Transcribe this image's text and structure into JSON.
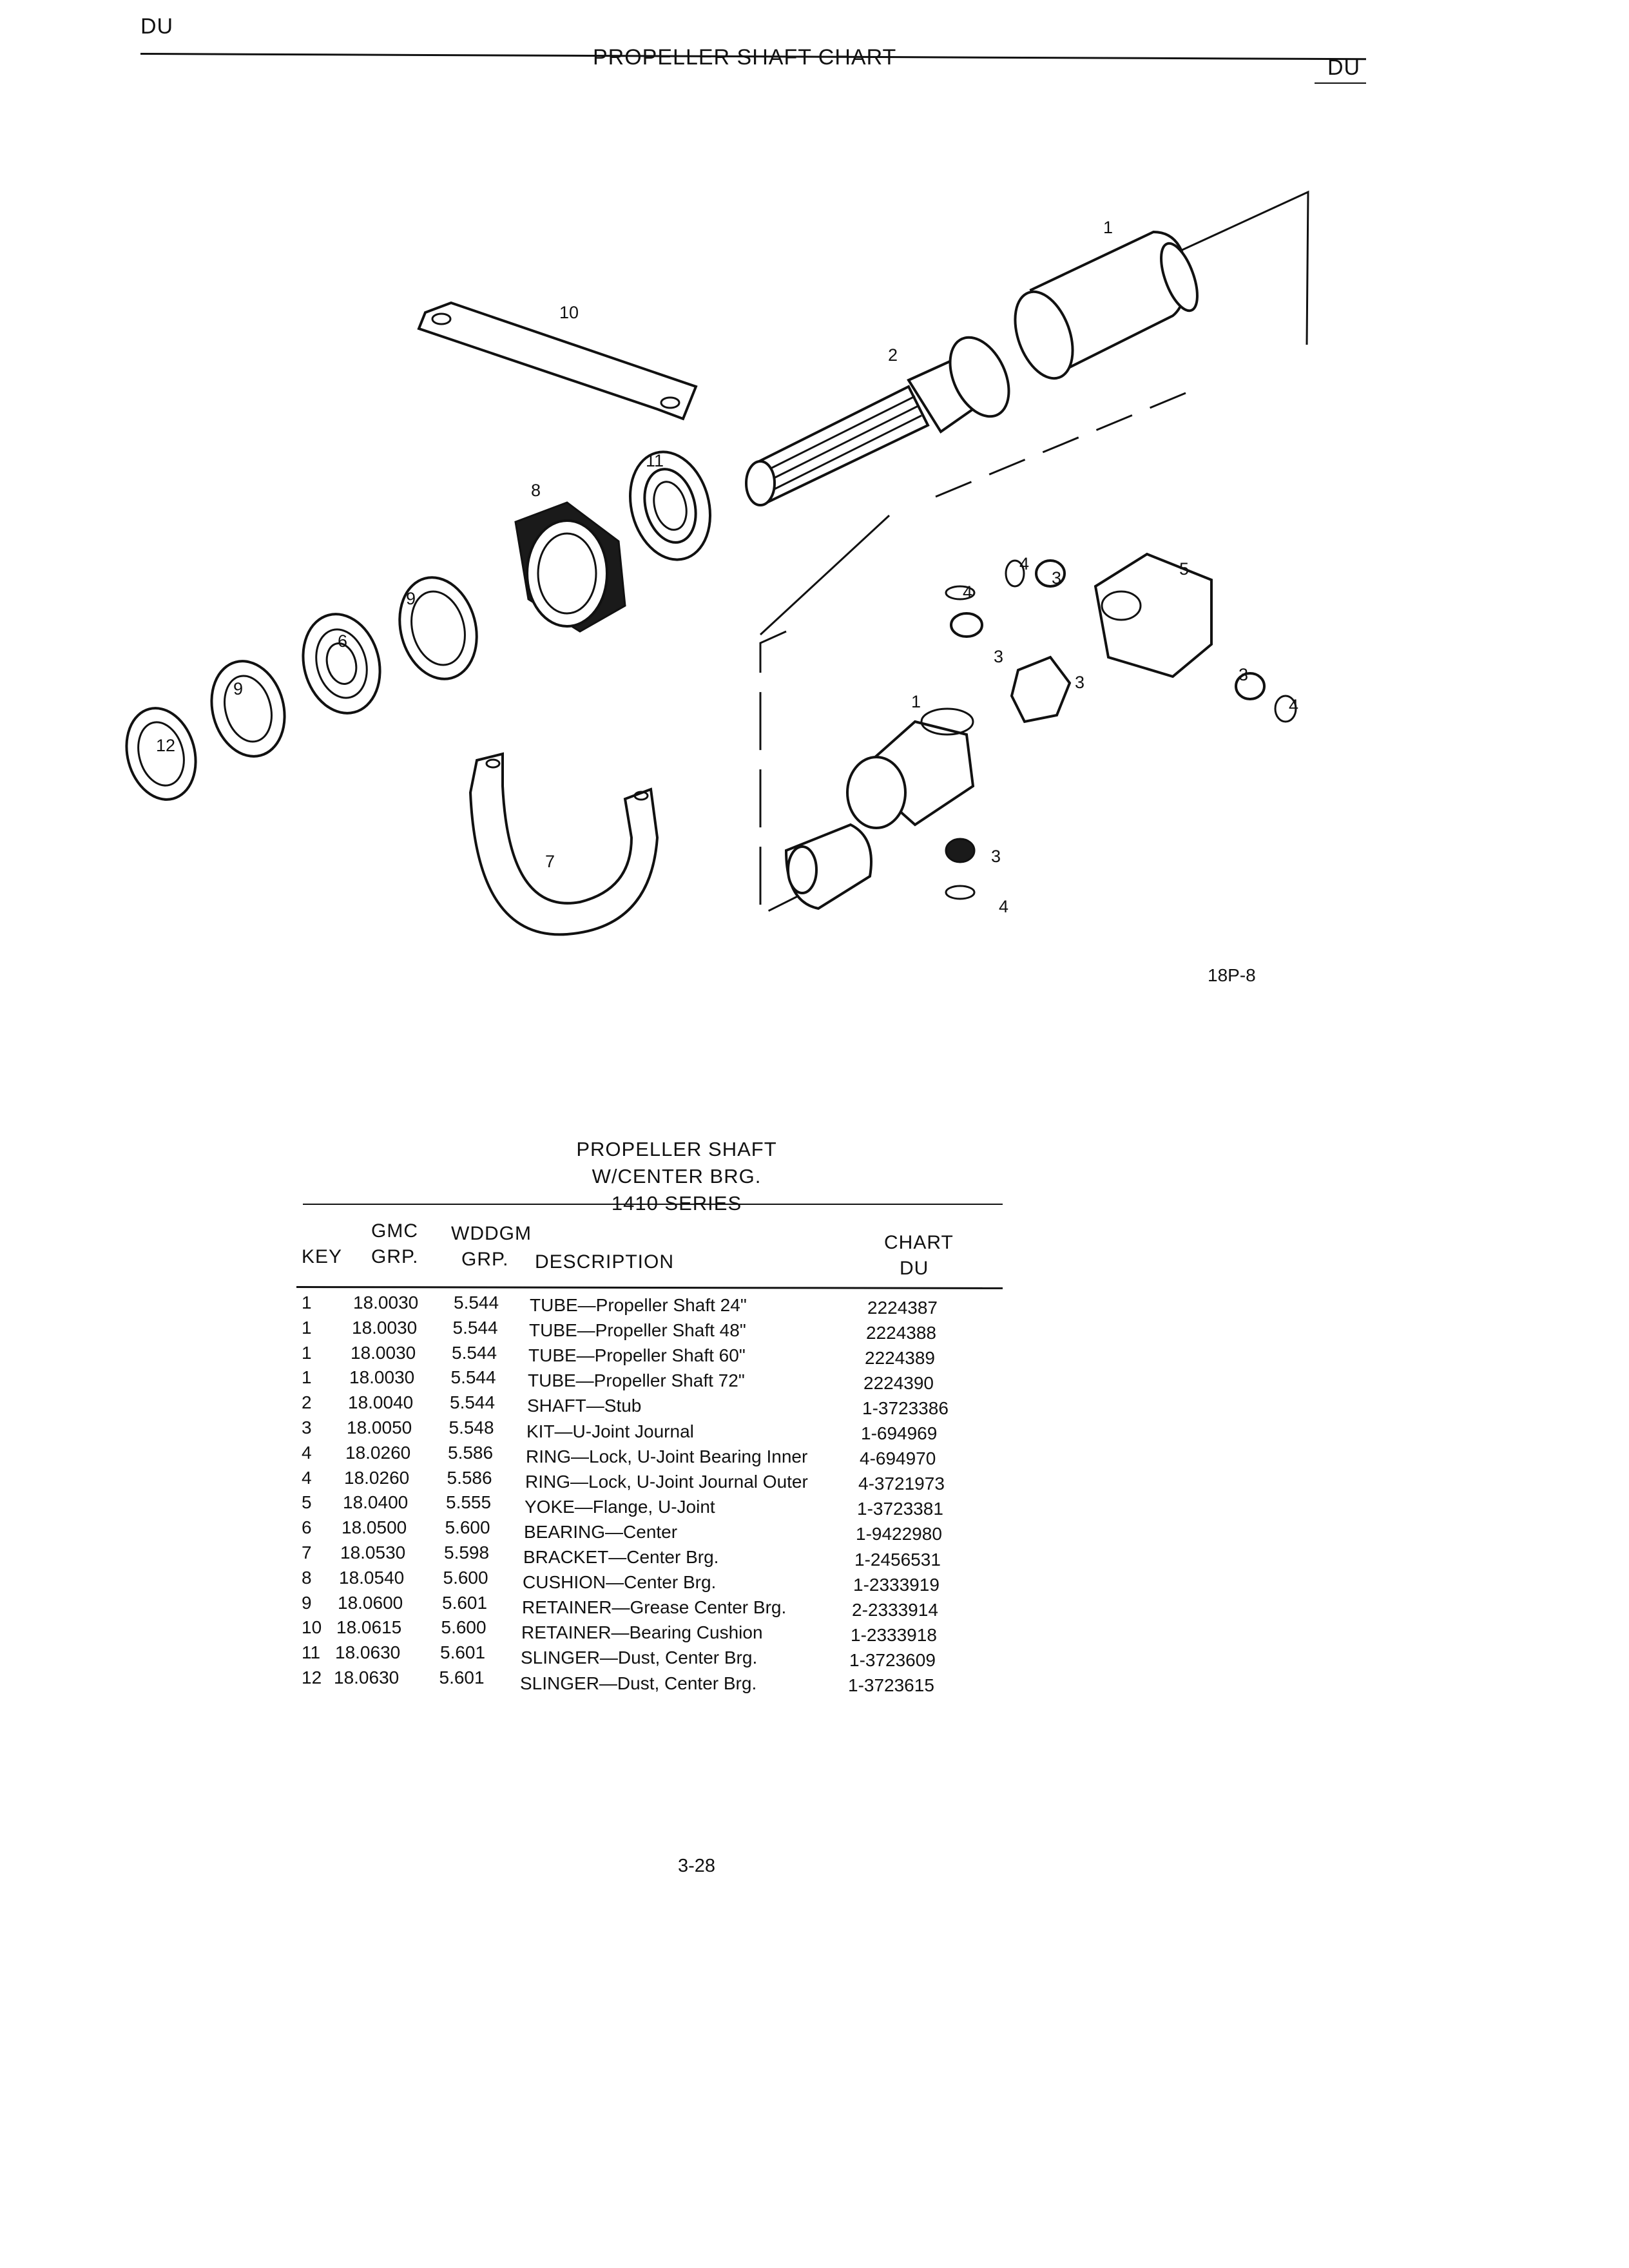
{
  "header": {
    "left_code": "DU",
    "title": "PROPELLER SHAFT CHART",
    "right_code": "DU"
  },
  "figure": {
    "id": "18P-8",
    "callouts": {
      "c1a": "1",
      "c2": "2",
      "c3a": "3",
      "c3b": "3",
      "c3c": "3",
      "c3d": "3",
      "c3e": "3",
      "c4a": "4",
      "c4b": "4",
      "c4c": "4",
      "c4d": "4",
      "c5": "5",
      "c6": "6",
      "c7": "7",
      "c8": "8",
      "c9a": "9",
      "c9b": "9",
      "c10": "10",
      "c11": "11",
      "c12": "12",
      "c1b": "1"
    }
  },
  "table": {
    "title_lines": [
      "PROPELLER SHAFT",
      "W/CENTER BRG.",
      "1410 SERIES"
    ],
    "columns": {
      "key": "KEY",
      "gmc_top": "GMC",
      "gmc_bottom": "GRP.",
      "wddgm_top": "WDDGM",
      "wddgm_bottom": "GRP.",
      "description": "DESCRIPTION",
      "chart_top": "CHART",
      "chart_bottom": "DU"
    },
    "rows": [
      {
        "key": "1",
        "gmc": "18.0030",
        "wddgm": "5.544",
        "desc": "TUBE—Propeller Shaft 24\"",
        "part": "2224387"
      },
      {
        "key": "1",
        "gmc": "18.0030",
        "wddgm": "5.544",
        "desc": "TUBE—Propeller Shaft 48\"",
        "part": "2224388"
      },
      {
        "key": "1",
        "gmc": "18.0030",
        "wddgm": "5.544",
        "desc": "TUBE—Propeller Shaft 60\"",
        "part": "2224389"
      },
      {
        "key": "1",
        "gmc": "18.0030",
        "wddgm": "5.544",
        "desc": "TUBE—Propeller Shaft 72\"",
        "part": "2224390"
      },
      {
        "key": "2",
        "gmc": "18.0040",
        "wddgm": "5.544",
        "desc": "SHAFT—Stub",
        "part": "1-3723386"
      },
      {
        "key": "3",
        "gmc": "18.0050",
        "wddgm": "5.548",
        "desc": "KIT—U-Joint Journal",
        "part": "1-694969"
      },
      {
        "key": "4",
        "gmc": "18.0260",
        "wddgm": "5.586",
        "desc": "RING—Lock, U-Joint Bearing Inner",
        "part": "4-694970"
      },
      {
        "key": "4",
        "gmc": "18.0260",
        "wddgm": "5.586",
        "desc": "RING—Lock, U-Joint Journal Outer",
        "part": "4-3721973"
      },
      {
        "key": "5",
        "gmc": "18.0400",
        "wddgm": "5.555",
        "desc": "YOKE—Flange, U-Joint",
        "part": "1-3723381"
      },
      {
        "key": "6",
        "gmc": "18.0500",
        "wddgm": "5.600",
        "desc": "BEARING—Center",
        "part": "1-9422980"
      },
      {
        "key": "7",
        "gmc": "18.0530",
        "wddgm": "5.598",
        "desc": "BRACKET—Center Brg.",
        "part": "1-2456531"
      },
      {
        "key": "8",
        "gmc": "18.0540",
        "wddgm": "5.600",
        "desc": "CUSHION—Center Brg.",
        "part": "1-2333919"
      },
      {
        "key": "9",
        "gmc": "18.0600",
        "wddgm": "5.601",
        "desc": "RETAINER—Grease Center Brg.",
        "part": "2-2333914"
      },
      {
        "key": "10",
        "gmc": "18.0615",
        "wddgm": "5.600",
        "desc": "RETAINER—Bearing Cushion",
        "part": "1-2333918"
      },
      {
        "key": "11",
        "gmc": "18.0630",
        "wddgm": "5.601",
        "desc": "SLINGER—Dust, Center Brg.",
        "part": "1-3723609"
      },
      {
        "key": "12",
        "gmc": "18.0630",
        "wddgm": "5.601",
        "desc": "SLINGER—Dust, Center Brg.",
        "part": "1-3723615"
      }
    ]
  },
  "footer": {
    "page_number": "3-28"
  }
}
